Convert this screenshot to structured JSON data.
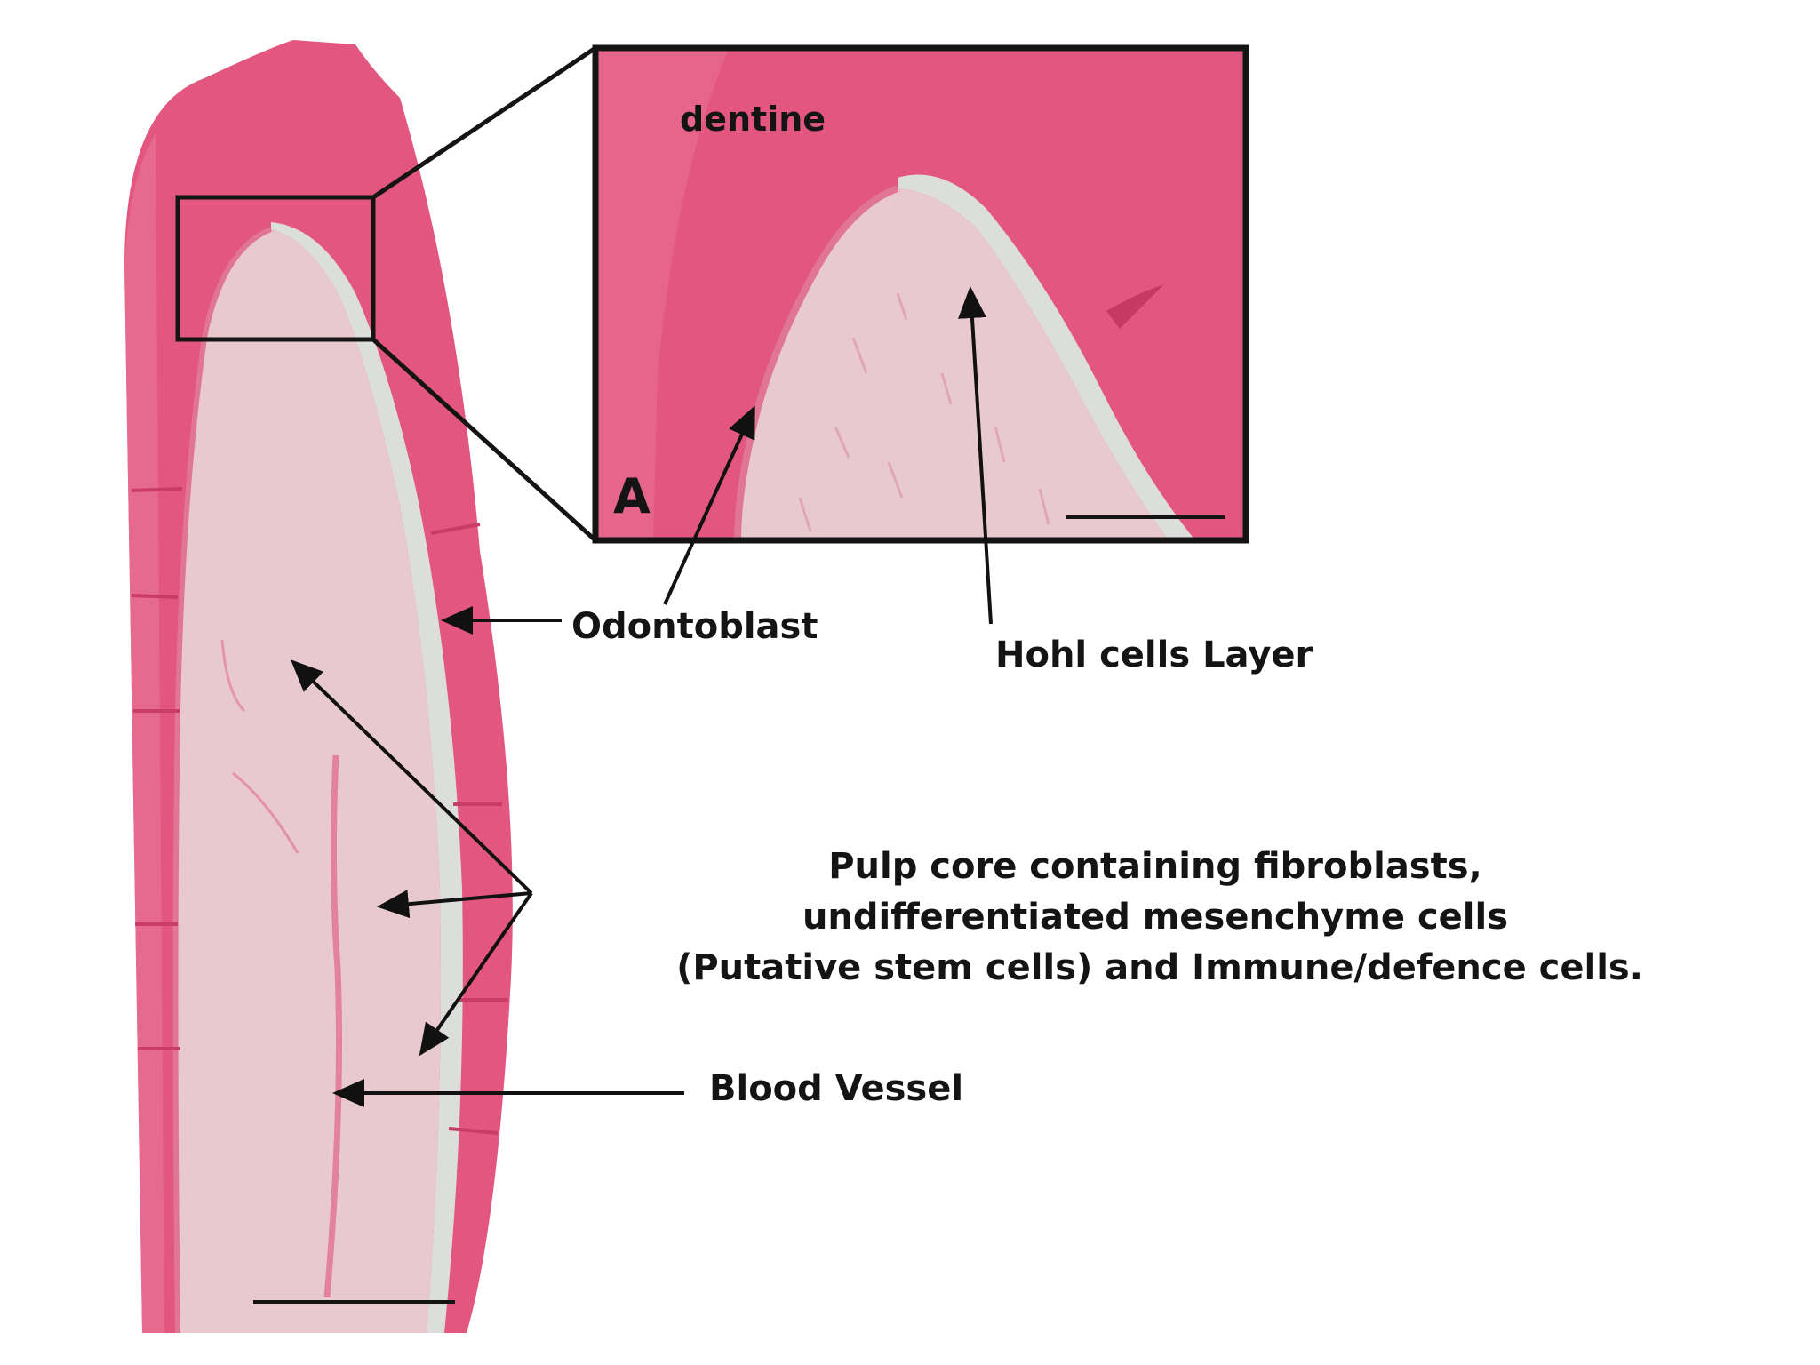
{
  "figure": {
    "inset_letter": "A",
    "labels": {
      "dentine": "dentine",
      "odontoblast": "Odontoblast",
      "hohl": "Hohl cells Layer",
      "blood_vessel": "Blood Vessel"
    },
    "pulp_caption": [
      "Pulp core containing fibroblasts,",
      "undifferentiated mesenchyme cells",
      "(Putative stem cells) and Immune/defence cells."
    ]
  },
  "colors": {
    "dentine": "#e2567f",
    "dentine_light": "#ea7a9c",
    "pulp": "#e8c9cf",
    "predentine": "#dcdedb",
    "line": "#141414"
  }
}
